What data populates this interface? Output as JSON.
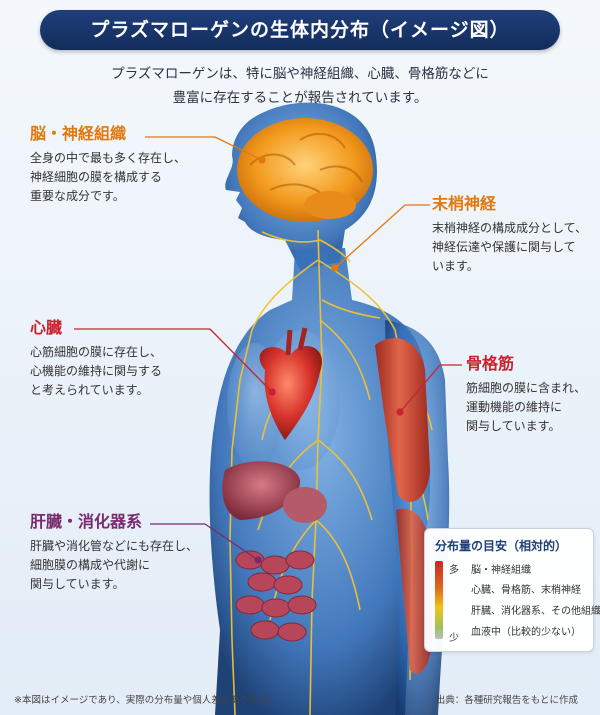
{
  "title": "プラズマローゲンの生体内分布（イメージ図）",
  "intro": [
    "プラズマローゲンは、特に脳や神経組織、心臓、骨格筋などに",
    "豊富に存在することが報告されています。"
  ],
  "labels": {
    "brain": {
      "title": "脳・神経組織",
      "lines": [
        "全身の中で最も多く存在し、",
        "神経細胞の膜を構成する",
        "重要な成分です。"
      ]
    },
    "nerve": {
      "title": "末梢神経",
      "lines": [
        "末梢神経の構成成分として、",
        "神経伝達や保護に関与して",
        "います。"
      ]
    },
    "heart": {
      "title": "心臓",
      "lines": [
        "心筋細胞の膜に存在し、",
        "心機能の維持に関与する",
        "と考えられています。"
      ]
    },
    "muscle": {
      "title": "骨格筋",
      "lines": [
        "筋細胞の膜に含まれ、",
        "運動機能の維持に",
        "関与しています。"
      ]
    },
    "liver": {
      "title": "肝臓・消化器系",
      "lines": [
        "肝臓や消化管などにも存在し、",
        "細胞膜の構成や代謝に",
        "関与しています。"
      ]
    }
  },
  "legend": {
    "title": "分布量の目安（相対的）",
    "high": "多",
    "low": "少",
    "items": [
      "脳・神経組織",
      "心臓、骨格筋、末梢神経",
      "肝臓、消化器系、その他組織",
      "血液中（比較的少ない）"
    ]
  },
  "footnote": "※本図はイメージであり、実際の分布量や個人差があります。",
  "source": "出典：各種研究報告をもとに作成",
  "colors": {
    "brain": "#f39a1e",
    "heart": "#d7332c",
    "muscle": "#c9402f",
    "organs": "#a8445a",
    "nerve": "#f2c232",
    "body": "#3a78c0",
    "title_bg": "#1a366b"
  }
}
